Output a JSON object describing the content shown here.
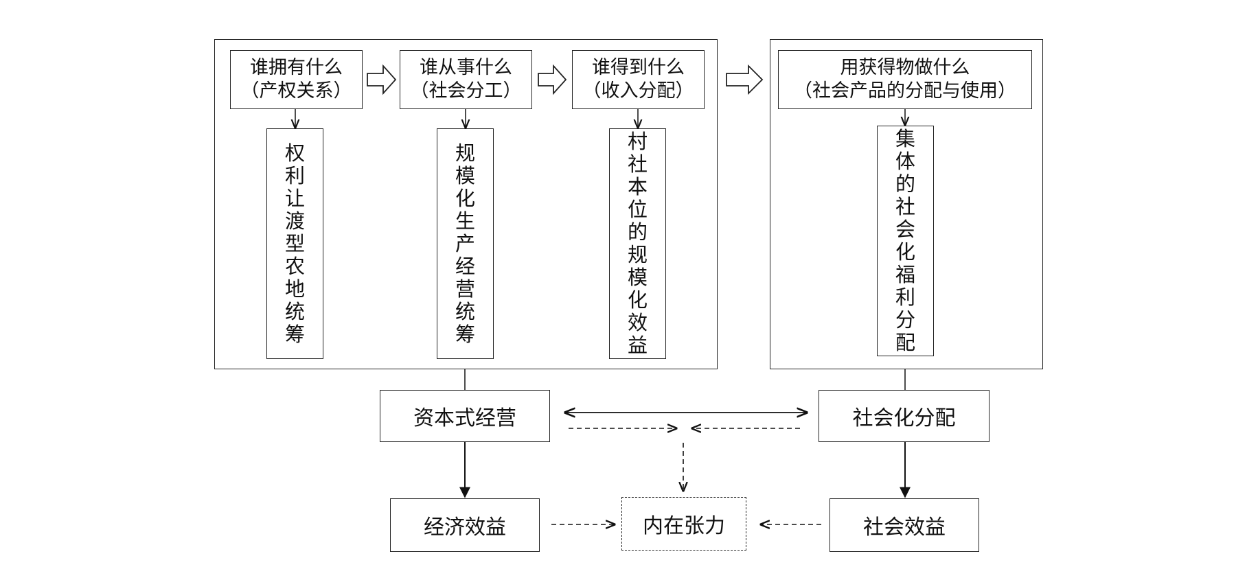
{
  "top_steps": [
    {
      "line1": "谁拥有什么",
      "line2": "（产权关系）"
    },
    {
      "line1": "谁从事什么",
      "line2": "（社会分工）"
    },
    {
      "line1": "谁得到什么",
      "line2": "（收入分配）"
    },
    {
      "line1": "用获得物做什么",
      "line2": "（社会产品的分配与使用）"
    }
  ],
  "vertical_labels": [
    "权利让渡型农地统筹",
    "规模化生产经营统筹",
    "村社本位的规模化效益",
    "集体的社会化福利分配"
  ],
  "mid": {
    "left": "资本式经营",
    "right": "社会化分配"
  },
  "bottom": {
    "left": "经济效益",
    "center": "内在张力",
    "right": "社会效益"
  }
}
